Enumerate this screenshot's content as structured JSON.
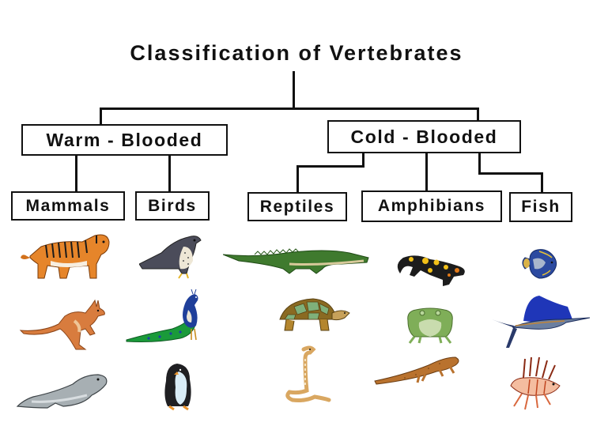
{
  "title": "Classification of Vertebrates",
  "groups": {
    "warm": {
      "label": "Warm - Blooded",
      "classes": [
        {
          "label": "Mammals",
          "animals": [
            "tiger",
            "kangaroo",
            "seal"
          ]
        },
        {
          "label": "Birds",
          "animals": [
            "falcon",
            "peacock",
            "penguin"
          ]
        }
      ]
    },
    "cold": {
      "label": "Cold - Blooded",
      "classes": [
        {
          "label": "Reptiles",
          "animals": [
            "crocodile",
            "tortoise",
            "snake"
          ]
        },
        {
          "label": "Amphibians",
          "animals": [
            "fire-salamander",
            "frog",
            "newt"
          ]
        },
        {
          "label": "Fish",
          "animals": [
            "angelfish",
            "sailfish",
            "lionfish"
          ]
        }
      ]
    }
  },
  "colors": {
    "line": "#111111",
    "background": "#ffffff"
  }
}
